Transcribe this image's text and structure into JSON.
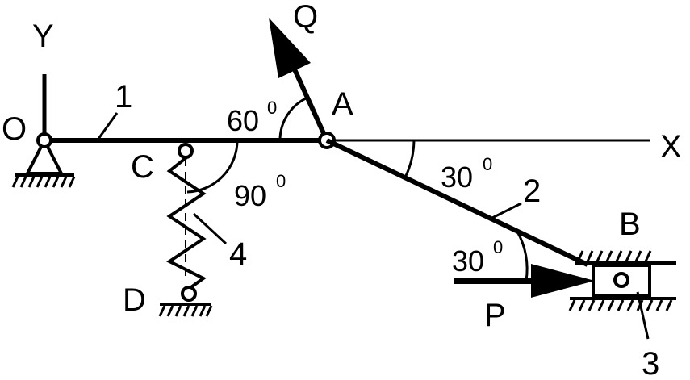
{
  "labels": {
    "y_axis": "Y",
    "x_axis": "X",
    "origin": "O",
    "point_a": "A",
    "point_b": "B",
    "point_c": "C",
    "point_d": "D",
    "force_q": "Q",
    "force_p": "P",
    "link_1": "1",
    "link_2": "2",
    "slider_3": "3",
    "spring_4": "4"
  },
  "angles": {
    "q_angle": "60",
    "spring_angle": "90",
    "link2_angle": "30",
    "p_angle": "30",
    "degree_mark": "0"
  },
  "colors": {
    "ink": "#000000",
    "background": "#ffffff"
  }
}
